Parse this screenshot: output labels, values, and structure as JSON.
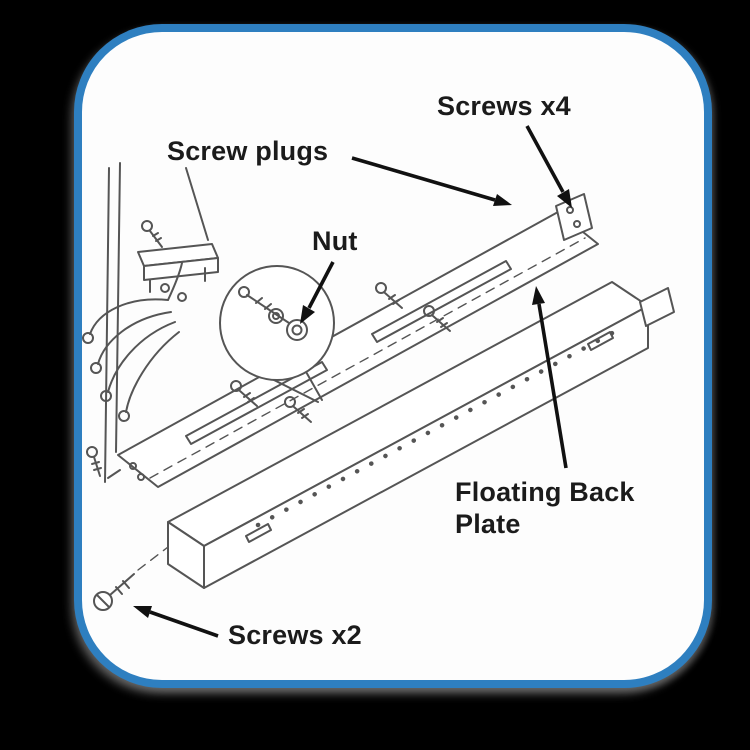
{
  "colors": {
    "background": "#000000",
    "panel_fill": "#fdfdfd",
    "panel_border": "#2e7fc0",
    "line": "#555555",
    "label_text": "#1b1b1b",
    "arrow": "#111111"
  },
  "labels": {
    "screws_x4": "Screws x4",
    "screw_plugs": "Screw plugs",
    "nut": "Nut",
    "floating_back_plate": "Floating Back Plate",
    "screws_x2": "Screws x2"
  }
}
